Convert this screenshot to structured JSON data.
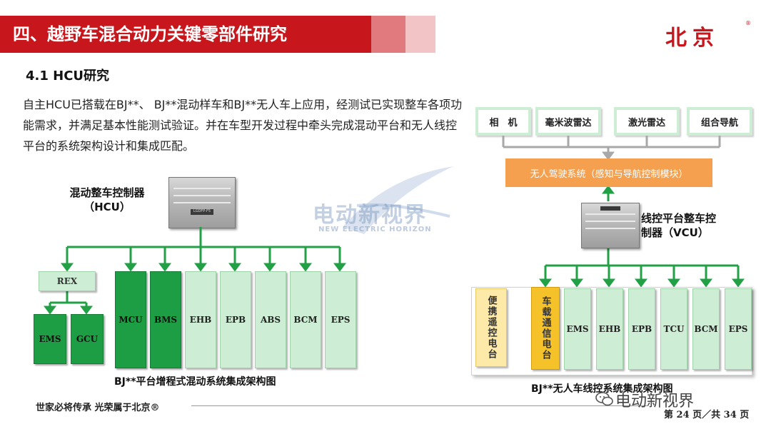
{
  "header": {
    "title": "四、越野车混合动力关键零部件研究",
    "logo": "北京",
    "logo_reg": "®"
  },
  "section_title": "4.1 HCU研究",
  "paragraph": "自主HCU已搭载在BJ**、 BJ**混动样车和BJ**无人车上应用，经测试已实现整车各项功能需求，并满足基本性能测试验证。并在车型开发过程中牵头完成混动平台和无人线控平台的系统架构设计和集成匹配。",
  "left_diagram": {
    "controller_label": "混动整车控制器\n（HCU）",
    "ecu_tag": "LGDFP-F5",
    "rex": "REX",
    "rex_children": [
      "EMS",
      "GCU"
    ],
    "units_dark": [
      "MCU",
      "BMS"
    ],
    "units_light": [
      "EHB",
      "EPB",
      "ABS",
      "BCM",
      "EPS"
    ],
    "caption": "BJ**平台增程式混动系统集成架构图"
  },
  "right_diagram": {
    "sensors": [
      "相　机",
      "毫米波雷达",
      "激光雷达",
      "组合导航"
    ],
    "autopilot": "无人驾驶系统（感知与导航控制模块）",
    "controller_label": "线控平台整车控\n制器（VCU）",
    "remote": "便携遥控电台",
    "vehicle_comm": "车载通信电台",
    "units": [
      "EMS",
      "EHB",
      "EPB",
      "TCU",
      "BCM",
      "EPS"
    ],
    "caption": "BJ**无人车线控系统集成架构图"
  },
  "watermark": {
    "cn": "电动新视界",
    "en": "NEW ELECTRIC HORIZON"
  },
  "footer": {
    "motto": "世家必将传承 光荣属于北京®",
    "page": "第 24 页／共 34 页",
    "wechat": "电动新视界"
  },
  "colors": {
    "brand_red": "#c8161d",
    "dark_green": "#1e9e44",
    "light_green": "#cdeed4",
    "yellow": "#f5c22a",
    "orange": "#f5a04e"
  }
}
